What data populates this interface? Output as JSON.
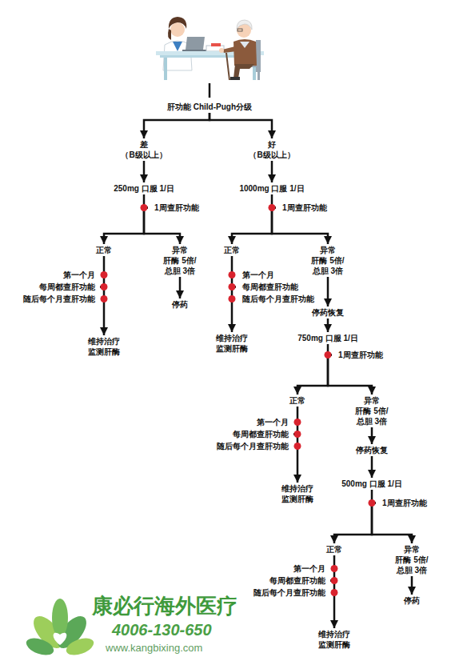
{
  "diagram": {
    "nodes": [
      {
        "text": [
          "肝功能 Child-Pugh分级"
        ]
      },
      {
        "text": [
          "差",
          "（B级以上）"
        ]
      },
      {
        "text": [
          "好",
          "（B级以上）"
        ]
      },
      {
        "text": [
          "250mg 口服 1/日"
        ]
      },
      {
        "text": [
          "1000mg 口服 1/日"
        ]
      },
      {
        "text": [
          "1周查肝功能"
        ]
      },
      {
        "text": [
          "1周查肝功能"
        ]
      },
      {
        "text": [
          "正常"
        ]
      },
      {
        "text": [
          "异常",
          "肝酶 5倍/ 总胆 3倍"
        ]
      },
      {
        "text": [
          "第一个月",
          "每周都查肝功能",
          "随后每个月查肝功能"
        ]
      },
      {
        "text": [
          "停药"
        ]
      },
      {
        "text": [
          "维持治疗 监测肝酶"
        ]
      },
      {
        "text": [
          "正常"
        ]
      },
      {
        "text": [
          "异常",
          "肝酶 5倍/ 总胆 3倍"
        ]
      },
      {
        "text": [
          "第一个月",
          "每周都查肝功能",
          "随后每个月查肝功能"
        ]
      },
      {
        "text": [
          "维持治疗 监测肝酶"
        ]
      },
      {
        "text": [
          "停药恢复"
        ]
      },
      {
        "text": [
          "750mg 口服 1/日"
        ]
      },
      {
        "text": [
          "1周查肝功能"
        ]
      },
      {
        "text": [
          "正常"
        ]
      },
      {
        "text": [
          "异常",
          "肝酶 5倍/ 总胆 3倍"
        ]
      },
      {
        "text": [
          "第一个月",
          "每周都查肝功能",
          "随后每个月查肝功能"
        ]
      },
      {
        "text": [
          "维持治疗 监测肝酶"
        ]
      },
      {
        "text": [
          "停药恢复"
        ]
      },
      {
        "text": [
          "500mg 口服 1/日"
        ]
      },
      {
        "text": [
          "1周查肝功能"
        ]
      },
      {
        "text": [
          "正常"
        ]
      },
      {
        "text": [
          "异常",
          "肝酶 5倍/ 总胆 3倍"
        ]
      },
      {
        "text": [
          "第一个月",
          "每周都查肝功能",
          "随后每个月查肝功能"
        ]
      },
      {
        "text": [
          "维持治疗 监测肝酶"
        ]
      },
      {
        "text": [
          "停药"
        ]
      }
    ],
    "edges": [
      {
        "from": 0,
        "to": 1,
        "arrow": "to"
      },
      {
        "from": 0,
        "to": 2,
        "arrow": "to"
      },
      {
        "from": 1,
        "to": 3,
        "arrow": "to"
      },
      {
        "from": 2,
        "to": 4,
        "arrow": "to"
      },
      {
        "from": 3,
        "to": 5,
        "arrow": "none"
      },
      {
        "from": 4,
        "to": 6,
        "arrow": "none"
      },
      {
        "from": 5,
        "to": 7,
        "arrow": "to"
      },
      {
        "from": 5,
        "to": 8,
        "arrow": "to"
      },
      {
        "from": 7,
        "to": 9,
        "arrow": "none"
      },
      {
        "from": 9,
        "to": 11,
        "arrow": "to"
      },
      {
        "from": 8,
        "to": 10,
        "arrow": "to"
      },
      {
        "from": 6,
        "to": 12,
        "arrow": "to"
      },
      {
        "from": 6,
        "to": 13,
        "arrow": "to"
      },
      {
        "from": 12,
        "to": 14,
        "arrow": "none"
      },
      {
        "from": 14,
        "to": 15,
        "arrow": "to"
      },
      {
        "from": 13,
        "to": 16,
        "arrow": "to"
      },
      {
        "from": 16,
        "to": 17,
        "arrow": "to"
      },
      {
        "from": 17,
        "to": 18,
        "arrow": "none"
      },
      {
        "from": 18,
        "to": 19,
        "arrow": "to"
      },
      {
        "from": 18,
        "to": 20,
        "arrow": "to"
      },
      {
        "from": 19,
        "to": 21,
        "arrow": "none"
      },
      {
        "from": 21,
        "to": 22,
        "arrow": "to"
      },
      {
        "from": 20,
        "to": 23,
        "arrow": "to"
      },
      {
        "from": 23,
        "to": 24,
        "arrow": "to"
      },
      {
        "from": 24,
        "to": 25,
        "arrow": "none"
      },
      {
        "from": 25,
        "to": 26,
        "arrow": "to"
      },
      {
        "from": 25,
        "to": 27,
        "arrow": "to"
      },
      {
        "from": 26,
        "to": 28,
        "arrow": "none"
      },
      {
        "from": 28,
        "to": 29,
        "arrow": "to"
      },
      {
        "from": 27,
        "to": 30,
        "arrow": "to"
      }
    ],
    "labels": [
      "康必行海外医疗",
      "4006-130-650",
      "www.kangbixing.com"
    ]
  }
}
